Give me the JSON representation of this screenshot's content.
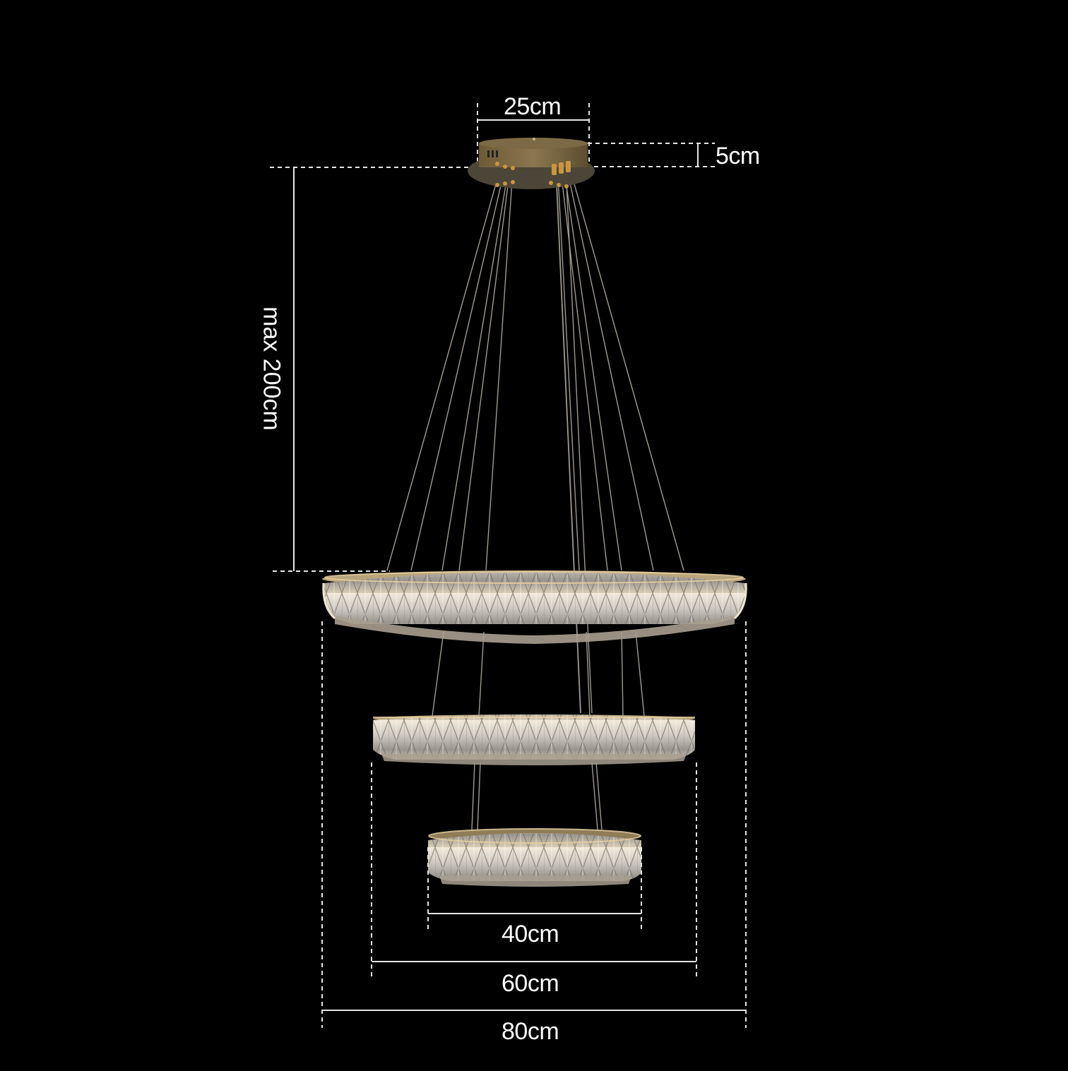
{
  "diagram": {
    "subject": "three-tier crystal ring chandelier",
    "background_color": "#000000",
    "line_color": "#e6e6e6",
    "metal_color": "#7a6a4a",
    "crystal_color": "#d8d4cc",
    "dimensions": {
      "canopy_width": "25cm",
      "canopy_height": "5cm",
      "max_drop": "max 200cm",
      "ring_small": "40cm",
      "ring_medium": "60cm",
      "ring_large": "80cm"
    }
  }
}
